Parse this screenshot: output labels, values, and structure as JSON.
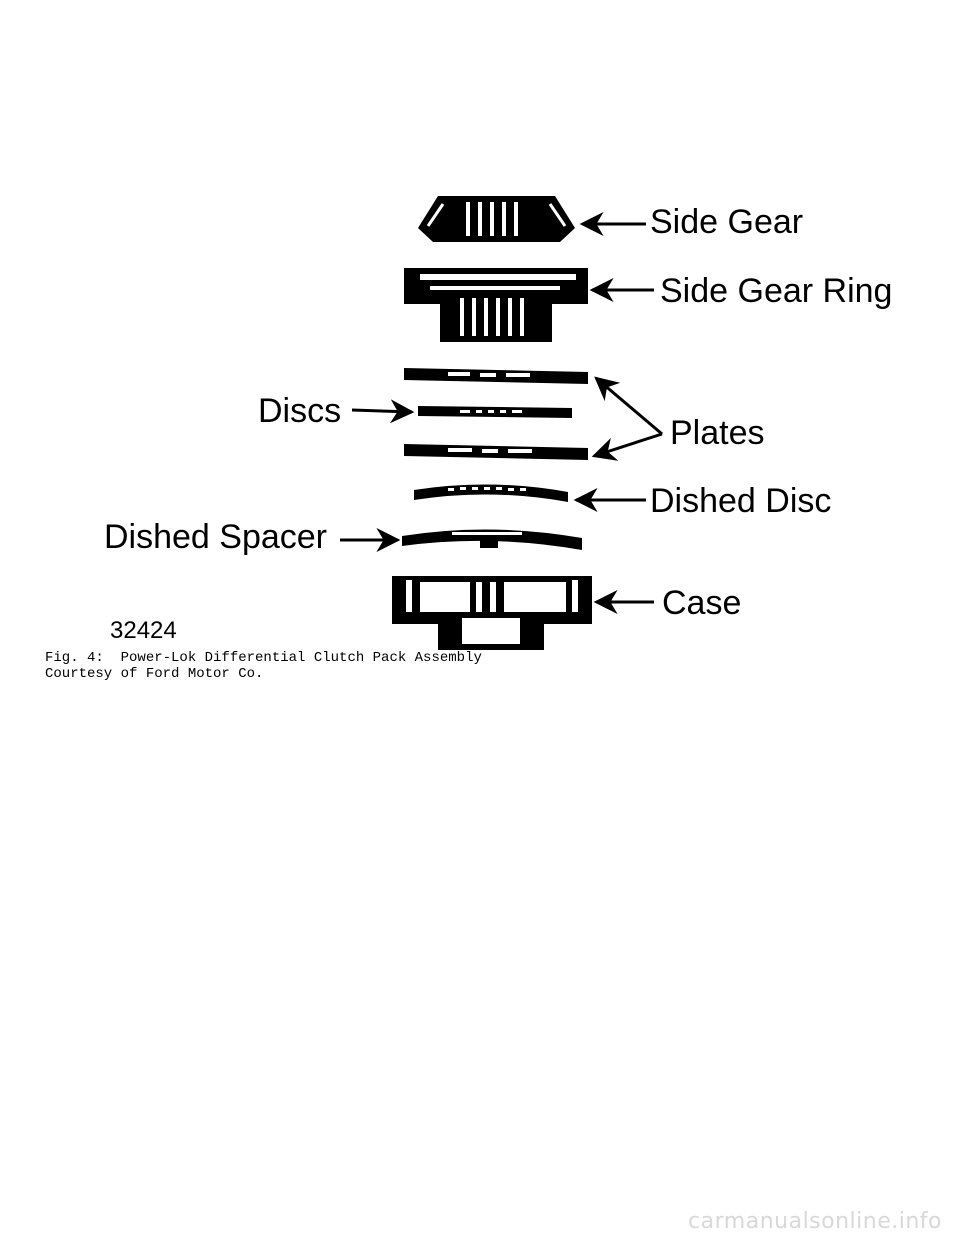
{
  "figure": {
    "labels": {
      "side_gear": "Side Gear",
      "side_gear_ring": "Side Gear Ring",
      "discs": "Discs",
      "plates": "Plates",
      "dished_disc": "Dished Disc",
      "dished_spacer": "Dished Spacer",
      "case": "Case",
      "part_number": "32424"
    }
  },
  "caption": {
    "line1": "Fig. 4:  Power-Lok Differential Clutch Pack Assembly",
    "line2": "Courtesy of Ford Motor Co."
  },
  "watermark": "carmanualsonline.info"
}
